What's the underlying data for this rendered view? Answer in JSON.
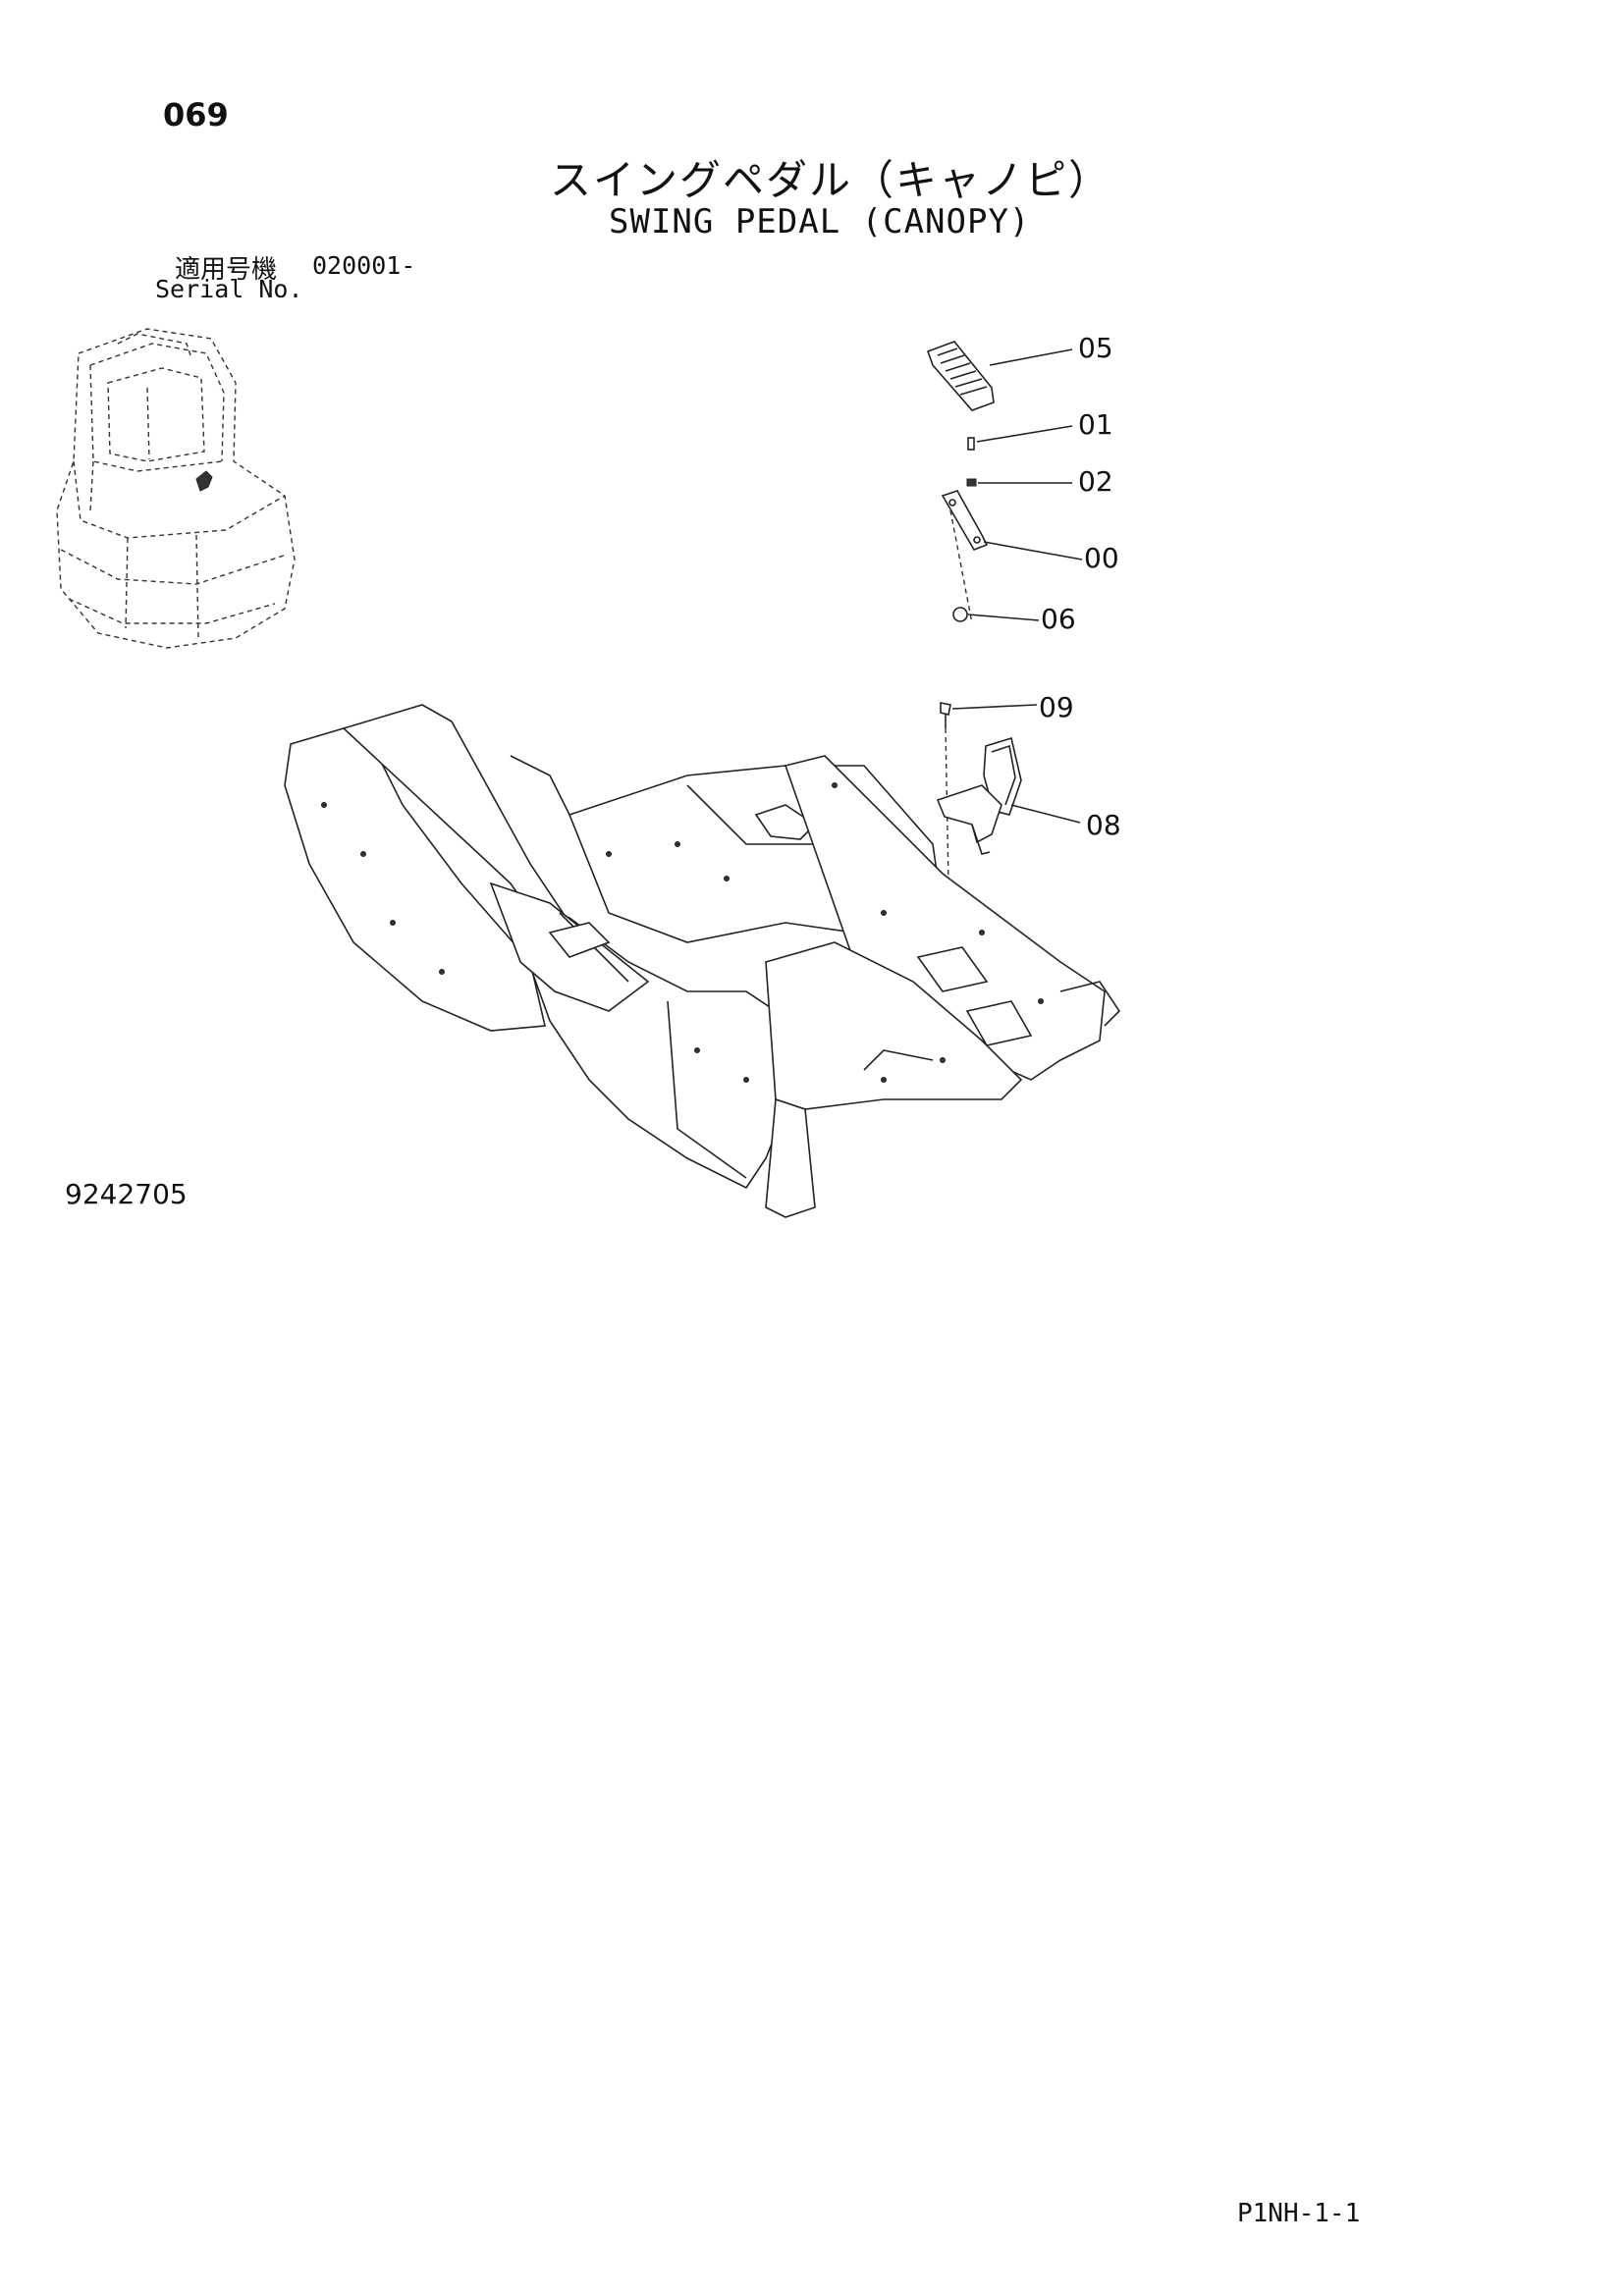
{
  "page": {
    "page_number": "069",
    "title_jp": "スイングペダル（キャノピ）",
    "title_en": "SWING PEDAL (CANOPY)",
    "serial_label_jp": "適用号機",
    "serial_value": "020001-",
    "serial_label_en": "Serial No.",
    "drawing_number": "9242705",
    "page_code": "P1NH-1-1"
  },
  "callouts": [
    {
      "id": "05"
    },
    {
      "id": "01"
    },
    {
      "id": "02"
    },
    {
      "id": "00"
    },
    {
      "id": "06"
    },
    {
      "id": "09"
    },
    {
      "id": "08"
    }
  ],
  "icons": {
    "machine_overview": "excavator-canopy-icon",
    "pedal_cover": "pedal-cover-icon",
    "pedal_bracket": "pedal-bracket-icon",
    "floor_frame": "floor-frame-drawing"
  }
}
